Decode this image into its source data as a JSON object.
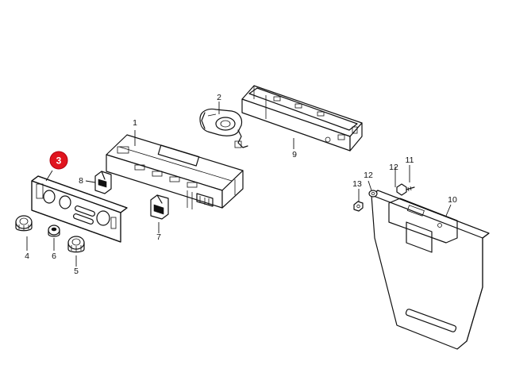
{
  "callouts": {
    "c1": "1",
    "c2": "2",
    "c3": "3",
    "c4": "4",
    "c5": "5",
    "c6": "6",
    "c7": "7",
    "c8": "8",
    "c9": "9",
    "c10": "10",
    "c11": "11",
    "c12": "12",
    "c13": "13"
  },
  "highlight": {
    "callout": "3",
    "color": "#e0141e"
  }
}
